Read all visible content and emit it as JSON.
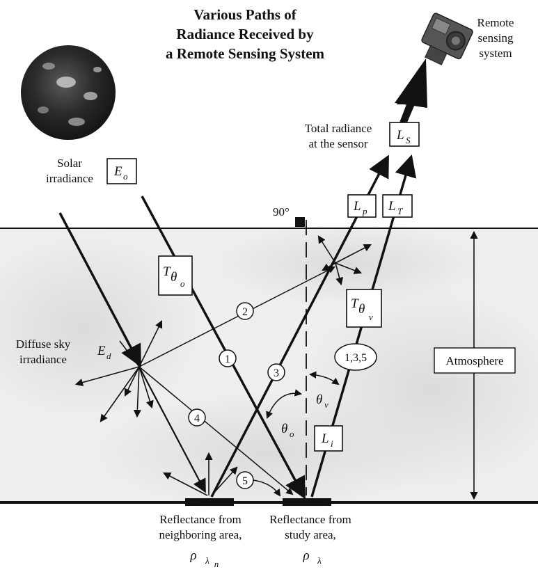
{
  "title_lines": [
    "Various Paths of",
    "Radiance Received by",
    "a Remote Sensing System"
  ],
  "labels": {
    "remote_sensing": [
      "Remote",
      "sensing",
      "system"
    ],
    "total_radiance": [
      "Total radiance",
      "at the sensor"
    ],
    "solar_irradiance": [
      "Solar",
      "irradiance"
    ],
    "diffuse_sky": [
      "Diffuse sky",
      "irradiance"
    ],
    "atmosphere": "Atmosphere",
    "right_angle": "90°",
    "reflect_neighbor": [
      "Reflectance from",
      "neighboring area,"
    ],
    "reflect_study": [
      "Reflectance from",
      "study area,"
    ]
  },
  "symbols": {
    "Ls": {
      "main": "L",
      "sub": "S"
    },
    "Eo": {
      "main": "E",
      "sub": "o"
    },
    "Lp": {
      "main": "L",
      "sub": "p"
    },
    "LT": {
      "main": "L",
      "sub": "T"
    },
    "Tthetao": {
      "main": "T",
      "sub": "θ",
      "subsub": "o"
    },
    "Tthetav": {
      "main": "T",
      "sub": "θ",
      "subsub": "v"
    },
    "Ed": {
      "main": "E",
      "sub": "d"
    },
    "Li": {
      "main": "L",
      "sub": "i"
    },
    "theta_v": {
      "main": "θ",
      "sub": "v"
    },
    "theta_o": {
      "main": "θ",
      "sub": "o"
    },
    "rho_n": {
      "main": "ρ",
      "sub": "λ",
      "subsub": "n"
    },
    "rho": {
      "main": "ρ",
      "sub": "λ"
    }
  },
  "path_numbers": [
    "1",
    "2",
    "3",
    "4",
    "5",
    "1,3,5"
  ],
  "colors": {
    "ink": "#111111",
    "atmosphere": "#e9e9e9",
    "background": "#ffffff"
  },
  "icons": [
    "sun-image",
    "camera-icon"
  ]
}
